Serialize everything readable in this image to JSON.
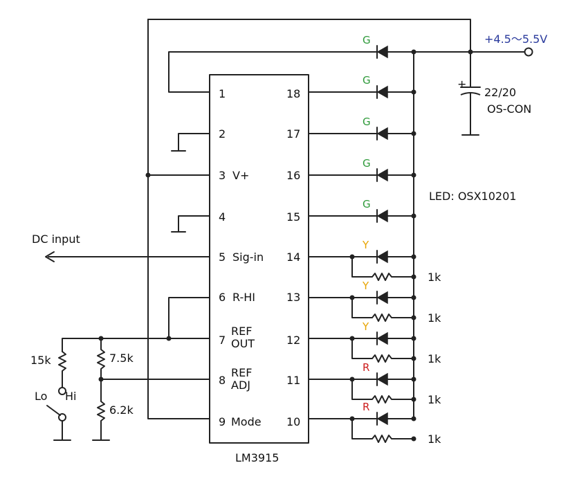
{
  "ic": {
    "part": "LM3915",
    "left_pins": [
      {
        "num": "1",
        "label": ""
      },
      {
        "num": "2",
        "label": ""
      },
      {
        "num": "3",
        "label": "V+"
      },
      {
        "num": "4",
        "label": ""
      },
      {
        "num": "5",
        "label": "Sig-in"
      },
      {
        "num": "6",
        "label": "R-HI"
      },
      {
        "num": "7",
        "label": "REF\nOUT"
      },
      {
        "num": "8",
        "label": "REF\nADJ"
      },
      {
        "num": "9",
        "label": "Mode"
      }
    ],
    "right_pins": [
      "18",
      "17",
      "16",
      "15",
      "14",
      "13",
      "12",
      "11",
      "10"
    ]
  },
  "supply": "+4.5～5.5V",
  "capacitor": {
    "value": "22/20",
    "type": "OS-CON",
    "polarity": "+"
  },
  "led_part": "LED: OSX10201",
  "leds": [
    "G",
    "G",
    "G",
    "G",
    "G",
    "Y",
    "Y",
    "Y",
    "R",
    "R"
  ],
  "resistors": {
    "series_1k": [
      "1k",
      "1k",
      "1k",
      "1k",
      "1k"
    ],
    "r15k": "15k",
    "r7_5k": "7.5k",
    "r6_2k": "6.2k"
  },
  "switch": {
    "lo": "Lo",
    "hi": "Hi"
  },
  "input_label": "DC input",
  "colors": {
    "G": "#2e9a3a",
    "Y": "#e8a400",
    "R": "#cc1e1e",
    "supply": "#2a3a9c",
    "wire": "#222222"
  }
}
